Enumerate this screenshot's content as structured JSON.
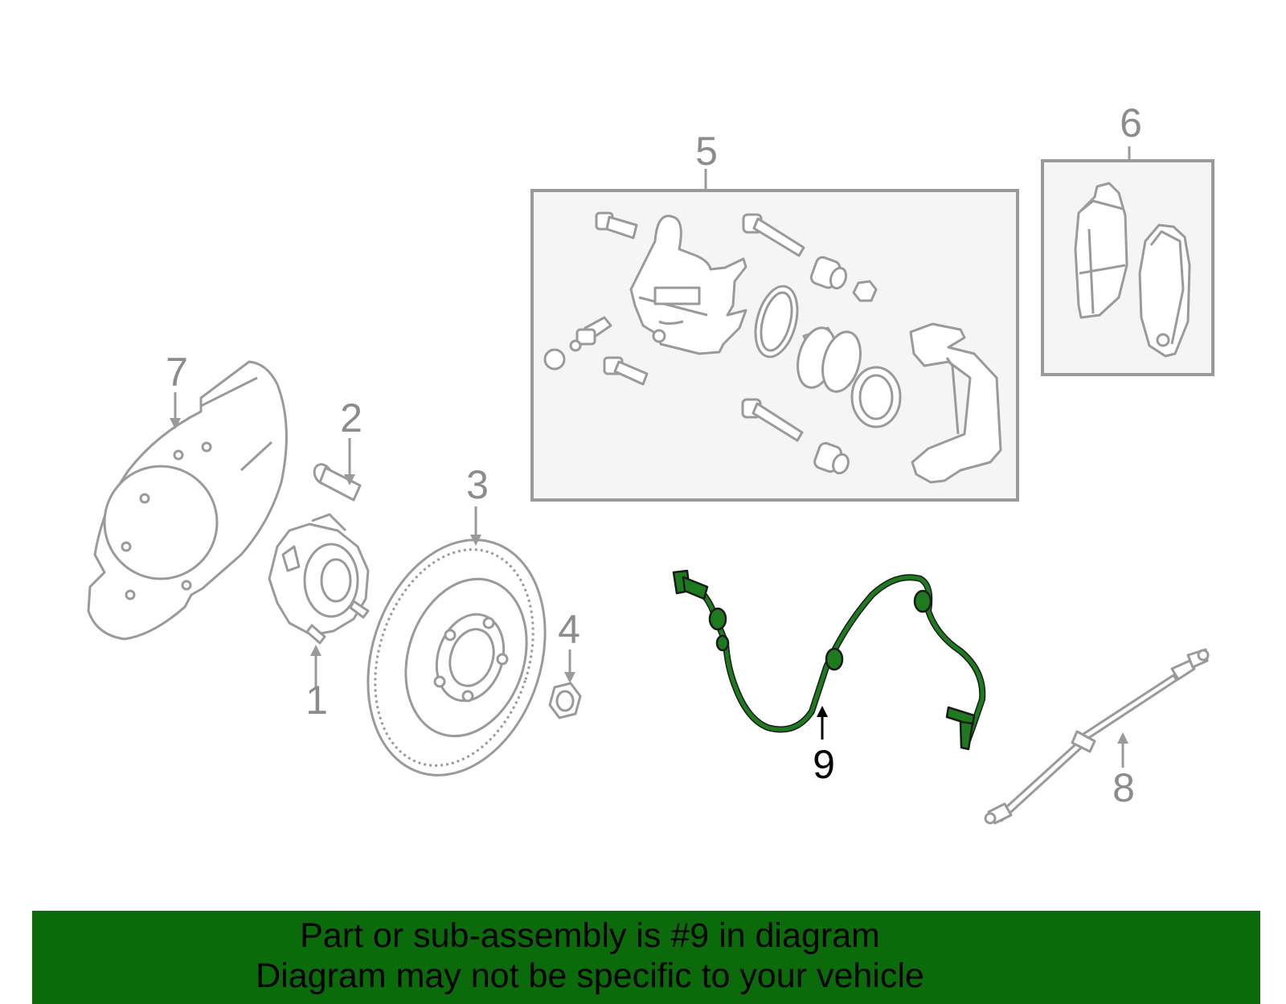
{
  "diagram": {
    "callouts": [
      {
        "id": "1",
        "label": "1"
      },
      {
        "id": "2",
        "label": "2"
      },
      {
        "id": "3",
        "label": "3"
      },
      {
        "id": "4",
        "label": "4"
      },
      {
        "id": "5",
        "label": "5"
      },
      {
        "id": "6",
        "label": "6"
      },
      {
        "id": "7",
        "label": "7"
      },
      {
        "id": "8",
        "label": "8"
      },
      {
        "id": "9",
        "label": "9"
      }
    ],
    "highlighted_part": "9",
    "colors": {
      "part_outline": "#9a9a9a",
      "box_fill": "#f5f5f5",
      "highlight": "#1e7a1e",
      "banner": "#0b6b0b"
    }
  },
  "banner": {
    "line1": "Part or sub-assembly is #9 in diagram",
    "line2": "Diagram may not be specific to your vehicle"
  }
}
